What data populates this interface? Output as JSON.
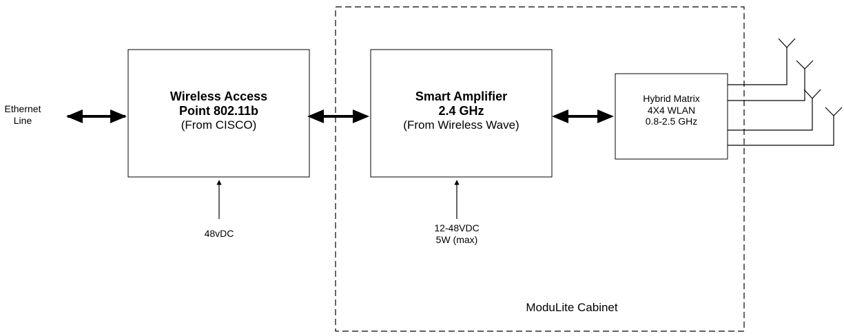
{
  "ethernet": {
    "line1": "Ethernet",
    "line2": "Line"
  },
  "wap": {
    "title1": "Wireless Access",
    "title2": "Point 802.11b",
    "subtitle": "(From CISCO)",
    "power": "48vDC"
  },
  "amp": {
    "title1": "Smart Amplifier",
    "title2": "2.4 GHz",
    "subtitle": "(From Wireless Wave)",
    "power1": "12-48VDC",
    "power2": "5W (max)"
  },
  "matrix": {
    "line1": "Hybrid Matrix",
    "line2": "4X4 WLAN",
    "line3": "0.8-2.5 GHz"
  },
  "cabinet": {
    "label": "ModuLite Cabinet"
  }
}
